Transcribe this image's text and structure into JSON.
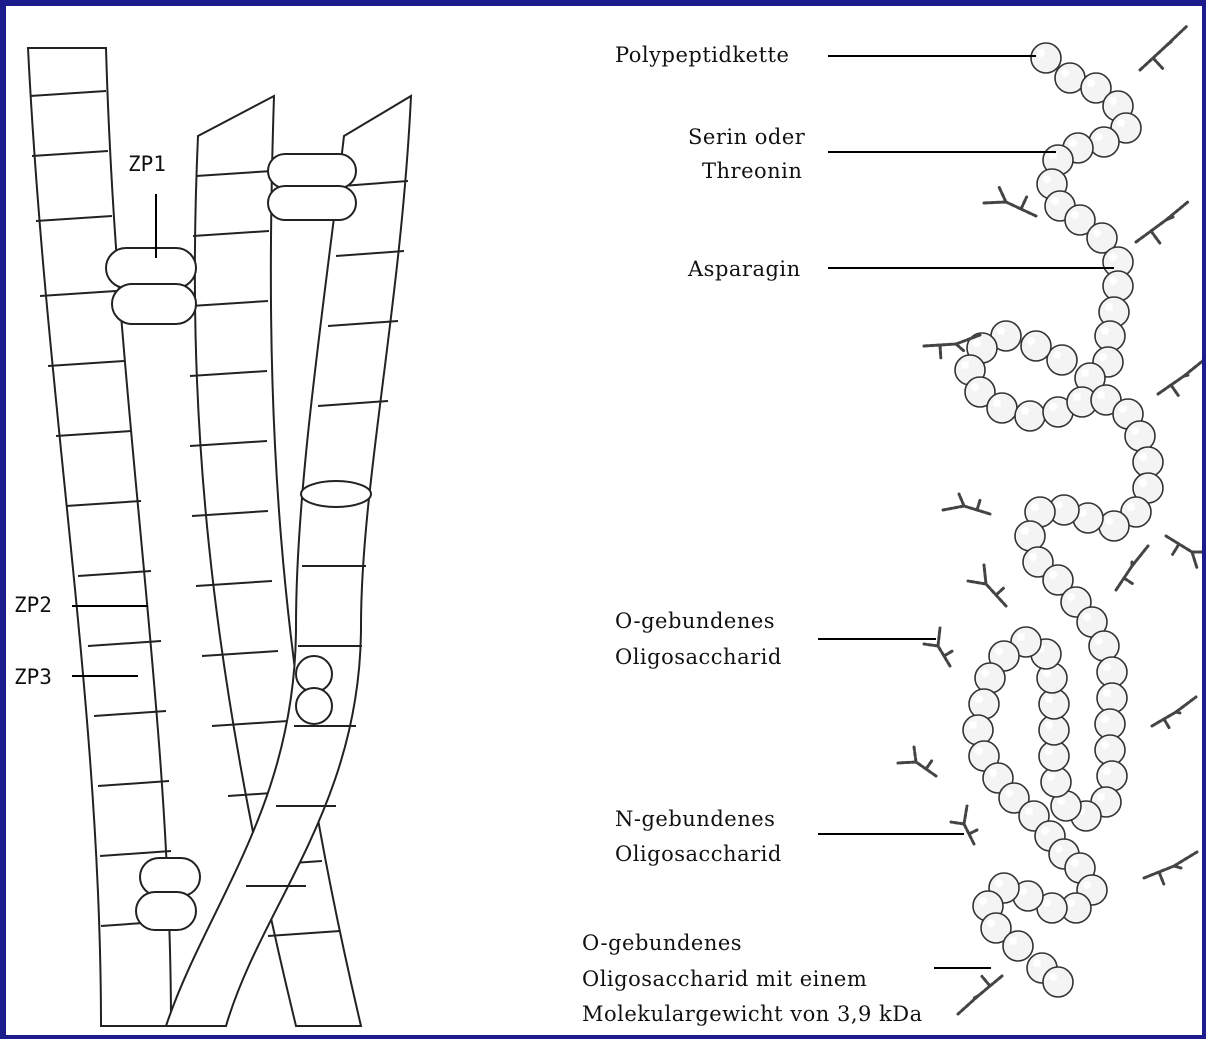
{
  "left_diagram": {
    "labels": {
      "zp1": "ZP1",
      "zp2": "ZP2",
      "zp3": "ZP3"
    }
  },
  "right_diagram": {
    "labels": {
      "polypeptide": "Polypeptidkette",
      "serine_line1": "Serin oder",
      "serine_line2": "Threonin",
      "asparagine": "Asparagin",
      "o_linked_line1": "O-gebundenes",
      "o_linked_line2": "Oligosaccharid",
      "n_linked_line1": "N-gebundenes",
      "n_linked_line2": "Oligosaccharid",
      "o_linked_large_line1": "O-gebundenes",
      "o_linked_large_line2": "Oligosaccharid mit einem",
      "o_linked_large_line3": "Molekulargewicht von 3,9 kDa"
    }
  },
  "colors": {
    "frame": "#1c1c8c",
    "panel": "#ffffff",
    "band": "#d6d6d6"
  }
}
